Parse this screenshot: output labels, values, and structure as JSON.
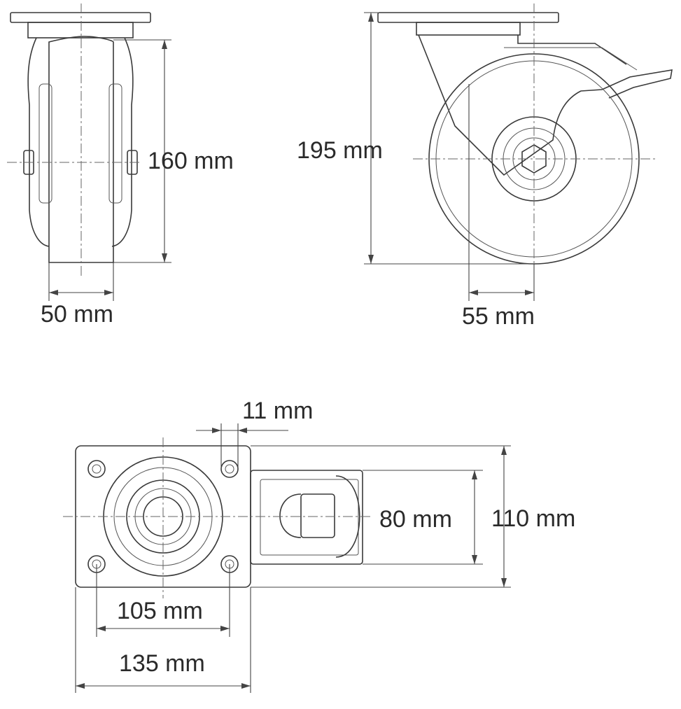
{
  "views": {
    "side": {
      "width_label": "50 mm",
      "height_label": "160 mm"
    },
    "front": {
      "height_label": "195 mm",
      "offset_label": "55 mm"
    },
    "top": {
      "hole_label": "11 mm",
      "inner_width_label": "80 mm",
      "plate_width_label": "110 mm",
      "hole_spacing_label": "105 mm",
      "plate_length_label": "135 mm"
    }
  },
  "colors": {
    "line": "#3a3a3a",
    "text": "#2a2a2a",
    "background": "#ffffff"
  }
}
